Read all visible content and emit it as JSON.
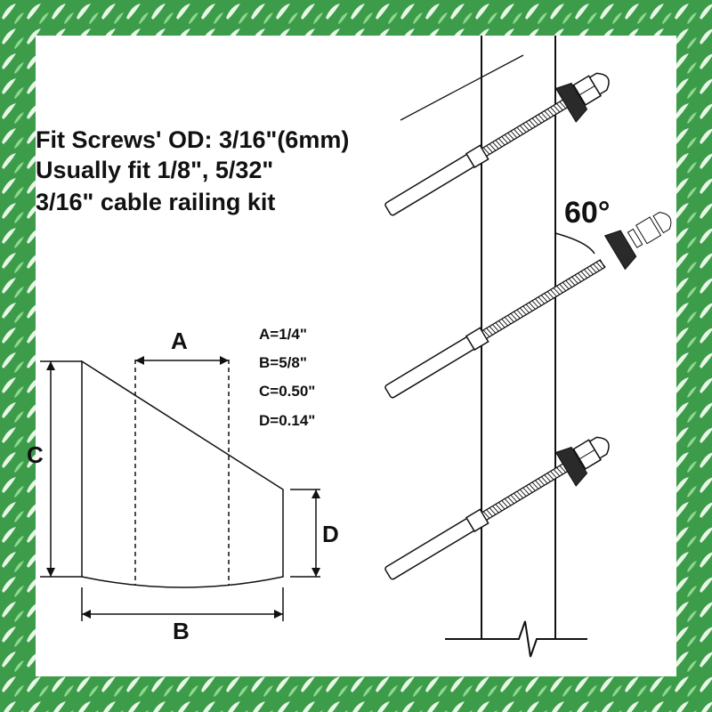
{
  "title_lines": [
    "Fit Screws' OD: 3/16\"(6mm)",
    "Usually fit 1/8\", 5/32\"",
    "3/16\" cable railing kit"
  ],
  "dimensions": [
    "A=1/4\"",
    "B=5/8\"",
    "C=0.50\"",
    "D=0.14\""
  ],
  "labels": {
    "a": "A",
    "b": "B",
    "d": "D",
    "c": "C"
  },
  "angle": "60°",
  "colors": {
    "border_green": "#3c9c4a",
    "border_light": "#7fcf84",
    "leaf_white": "#e8f7e6",
    "line": "#111111",
    "washer": "#2a2a2a"
  }
}
